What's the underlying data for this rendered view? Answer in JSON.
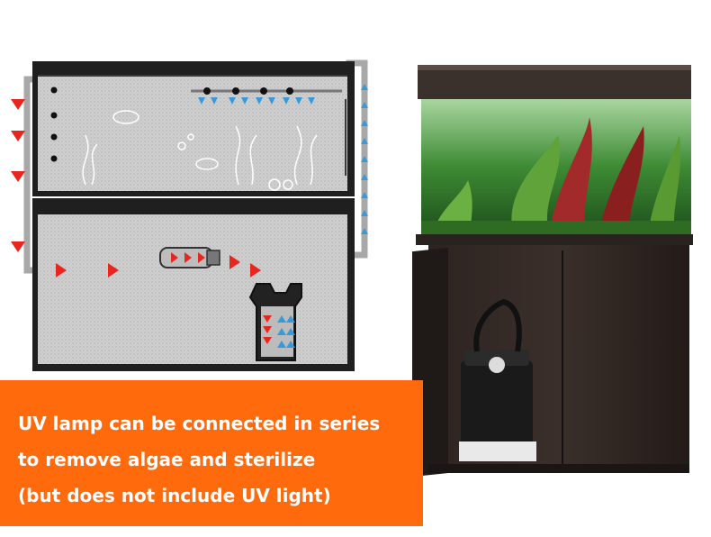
{
  "banner": {
    "lines": [
      "UV lamp can be connected in series",
      "to remove algae and sterilize",
      "(but does not include UV light)"
    ],
    "background_color": "#ff6a0d",
    "text_color": "#ffffff"
  },
  "colors": {
    "arrow_red": "#e8261e",
    "arrow_blue": "#3a9ad9",
    "water_green": "#2f7d2a"
  },
  "icons": [
    "flow-arrow-red",
    "flow-arrow-blue",
    "uv-lamp",
    "canister-filter",
    "aquarium-tank"
  ]
}
